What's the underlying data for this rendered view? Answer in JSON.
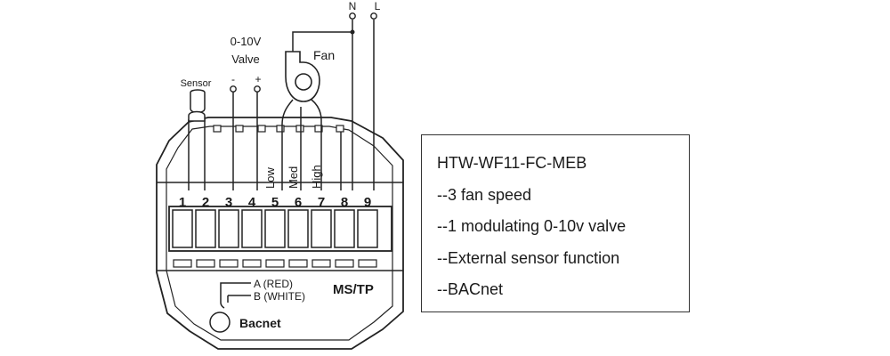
{
  "diagram": {
    "supply": {
      "n_label": "N",
      "l_label": "L"
    },
    "valve": {
      "label_line1": "0-10V",
      "label_line2": "Valve",
      "minus": "-",
      "plus": "+"
    },
    "sensor_label": "Sensor",
    "fan_label": "Fan",
    "speeds": {
      "low": "Low",
      "med": "Med",
      "high": "High"
    },
    "terminals": [
      "1",
      "2",
      "3",
      "4",
      "5",
      "6",
      "7",
      "8",
      "9"
    ],
    "bacnet": {
      "a_label": "A (RED)",
      "b_label": "B (WHITE)",
      "protocol": "MS/TP",
      "title": "Bacnet"
    }
  },
  "info": {
    "model": "HTW-WF11-FC-MEB",
    "features": [
      "--3 fan speed",
      "--1 modulating 0-10v valve",
      "--External sensor function",
      "--BACnet"
    ]
  }
}
